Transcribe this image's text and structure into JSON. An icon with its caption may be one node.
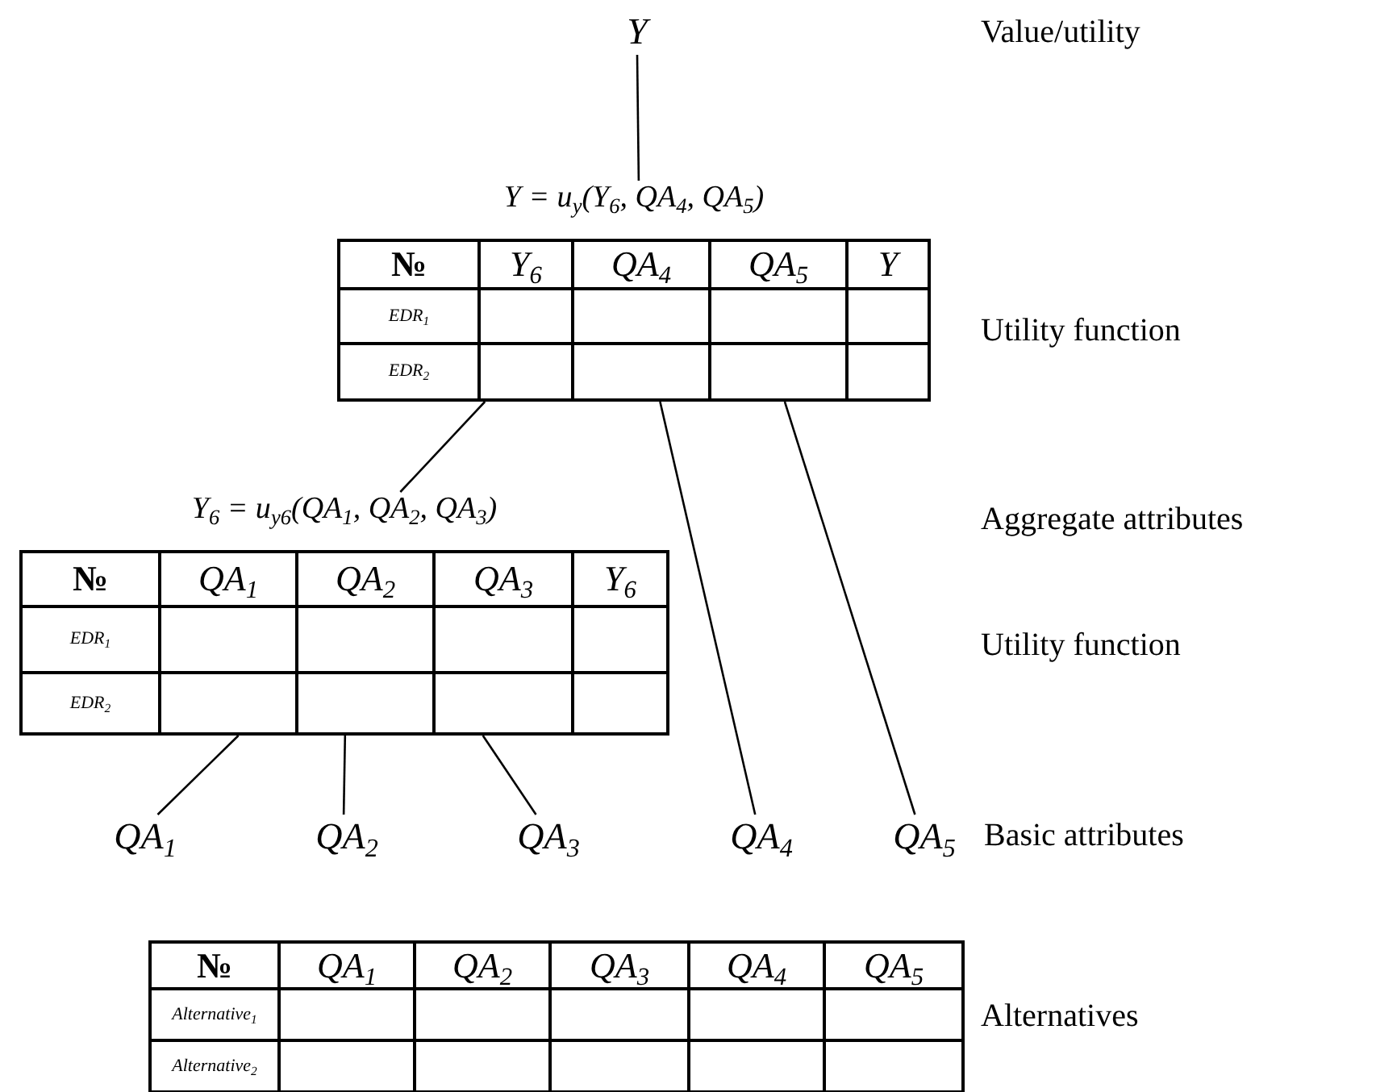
{
  "diagram": {
    "nodes": [
      {
        "text": [
          "Y"
        ]
      },
      {
        "text": [
          "Y = u$_{y}$(Y$_{6}$, QA$_{4}$, QA$_{5}$)",
          "№",
          "Y$_{6}$",
          "QA$_{4}$",
          "QA$_{5}$",
          "Y",
          "EDR$_{1}$",
          "EDR$_{2}$"
        ]
      },
      {
        "text": [
          "Y$_{6}$ = u$_{y6}$(QA$_{1}$, QA$_{2}$, QA$_{3}$)",
          "№",
          "QA$_{1}$",
          "QA$_{2}$",
          "QA$_{3}$",
          "Y$_{6}$",
          "EDR$_{1}$",
          "EDR$_{2}$"
        ]
      },
      {
        "text": [
          "QA$_{1}$"
        ]
      },
      {
        "text": [
          "QA$_{2}$"
        ]
      },
      {
        "text": [
          "QA$_{3}$"
        ]
      },
      {
        "text": [
          "QA$_{4}$"
        ]
      },
      {
        "text": [
          "QA$_{5}$"
        ]
      },
      {
        "text": [
          "№",
          "QA$_{1}$",
          "QA$_{2}$",
          "QA$_{3}$",
          "QA$_{4}$",
          "QA$_{5}$",
          "Alternative$_{1}$",
          "Alternative$_{2}$"
        ]
      }
    ],
    "edges": [
      {
        "from": 0,
        "to": 1,
        "arrow": "none"
      },
      {
        "from": 1,
        "to": 2,
        "arrow": "none"
      },
      {
        "from": 1,
        "to": 6,
        "arrow": "none"
      },
      {
        "from": 1,
        "to": 7,
        "arrow": "none"
      },
      {
        "from": 2,
        "to": 3,
        "arrow": "none"
      },
      {
        "from": 2,
        "to": 4,
        "arrow": "none"
      },
      {
        "from": 2,
        "to": 5,
        "arrow": "none"
      }
    ],
    "labels": [
      "Value/utility",
      "Utility function",
      "Aggregate attributes",
      "Utility function",
      "Basic attributes",
      "Alternatives"
    ]
  }
}
